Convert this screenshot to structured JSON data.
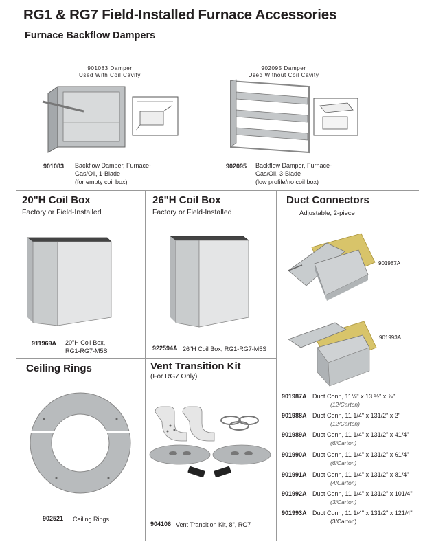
{
  "title": "RG1 & RG7 Field-Installed Furnace Accessories",
  "dampers": {
    "heading": "Furnace Backflow Dampers",
    "left_caption_1": "901083 Damper",
    "left_caption_2": "Used With Coil Cavity",
    "right_caption_1": "902095 Damper",
    "right_caption_2": "Used Without Coil Cavity",
    "left_part": "901083",
    "left_desc_1": "Backflow Damper, Furnace-",
    "left_desc_2": "Gas/Oil, 1-Blade",
    "left_desc_3": "(for empty coil box)",
    "right_part": "902095",
    "right_desc_1": "Backflow Damper, Furnace-",
    "right_desc_2": "Gas/Oil, 3-Blade",
    "right_desc_3": "(low profile/no coil box)"
  },
  "coil20": {
    "heading": "20\"H Coil Box",
    "sub": "Factory or Field-Installed",
    "part": "911969A",
    "desc_1": "20\"H Coil Box,",
    "desc_2": "RG1-RG7-M5S"
  },
  "coil26": {
    "heading": "26\"H Coil Box",
    "sub": "Factory or Field-Installed",
    "part": "922594A",
    "desc": "26\"H Coil Box, RG1-RG7-M5S"
  },
  "duct": {
    "heading": "Duct Connectors",
    "sub": "Adjustable, 2-piece",
    "img1_label": "901987A",
    "img2_label": "901993A",
    "items": [
      {
        "part": "901987A",
        "desc": "Duct Conn, 11⅛\" x 13 ½\" x ⅞\"",
        "carton": "(12/Carton)"
      },
      {
        "part": "901988A",
        "desc": "Duct Conn, 11 1/4\" x 131/2\" x 2\"",
        "carton": "(12/Carton)"
      },
      {
        "part": "901989A",
        "desc": "Duct Conn, 11 1/4\" x 131/2\" x 41/4\"",
        "carton": "(6/Carton)"
      },
      {
        "part": "901990A",
        "desc": "Duct Conn, 11 1/4\" x 131/2\" x 61/4\"",
        "carton": "(6/Carton)"
      },
      {
        "part": "901991A",
        "desc": "Duct Conn, 11 1/4\" x 131/2\" x 81/4\"",
        "carton": "(4/Carton)"
      },
      {
        "part": "901992A",
        "desc": "Duct Conn, 11 1/4\" x 131/2\" x 101/4\"",
        "carton": "(3/Carton)"
      },
      {
        "part": "901993A",
        "desc": "Duct Conn, 11 1/4\" x 131/2\" x 121/4\"",
        "carton": "(3/Carton)"
      }
    ]
  },
  "rings": {
    "heading": "Ceiling Rings",
    "part": "902521",
    "desc": "Ceiling Rings"
  },
  "vent": {
    "heading": "Vent Transition Kit",
    "sub": "(For RG7 Only)",
    "part": "904106",
    "desc": "Vent Transition Kit, 8\", RG7"
  }
}
